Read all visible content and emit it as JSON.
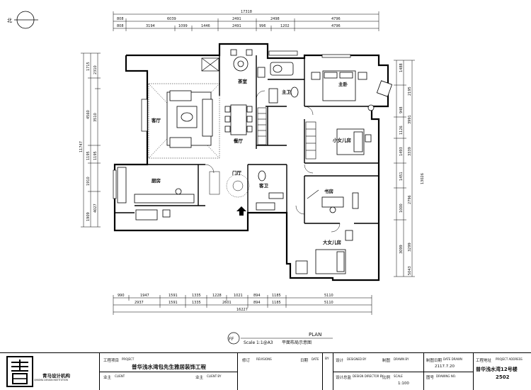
{
  "north": {
    "label": "北"
  },
  "dimensions": {
    "top_total": "17318",
    "top_row1": [
      "808",
      "6039",
      "2491",
      "2498",
      "4796"
    ],
    "top_row2": [
      "808",
      "3194",
      "1099",
      "1446",
      "2491",
      "996",
      "1202",
      "4796"
    ],
    "left_total": "11747",
    "left_row1": [
      "1715",
      "4560",
      "1195",
      "1910",
      "1909"
    ],
    "left_row2": [
      "2310",
      "3510",
      "1195",
      "4027"
    ],
    "right_total": "13026",
    "right_row1": [
      "1488",
      "948",
      "1126",
      "1493",
      "1451",
      "1000",
      "3099"
    ],
    "right_row2": [
      "2195",
      "3991",
      "3339",
      "2796",
      "3299",
      "5043"
    ],
    "bottom_row1": [
      "990",
      "1947",
      "1591",
      "1335",
      "1228",
      "1021",
      "894",
      "1185",
      "5110"
    ],
    "bottom_row2": [
      "2937",
      "1591",
      "1335",
      "2601",
      "894",
      "1185",
      "5110"
    ],
    "bottom_total": "16227"
  },
  "rooms": {
    "study": "茶室",
    "master_bath": "主卫",
    "master_bed": "主卧",
    "living": "客厅",
    "dining": "餐厅",
    "girl_small": "小女儿房",
    "foyer": "门厅",
    "guest_bath": "客卫",
    "kitchen": "厨房",
    "study2": "书房",
    "girl_big": "大女儿房"
  },
  "plan": {
    "badge": "FF",
    "title": "PLAN",
    "scale": "Scale 1:1@A3",
    "subtitle": "平面布局示意图"
  },
  "titleblock": {
    "logo_name": "青马设计机构",
    "logo_sub": "QINGMA DESIGN INSTITUTION",
    "project_label": "工程项目",
    "project_label_en": "PROJECT",
    "project_name": "普华浅水湾包先生雅居装饰工程",
    "owner_label": "业主",
    "owner_label_en": "CLIENT",
    "owner_sig_label": "业主",
    "owner_sig_en": "CLIENT BY",
    "rev_label": "修订",
    "rev_en": "REVISIONS",
    "date_label": "日期",
    "date_en": "DATE",
    "by_label": "BY",
    "design_label": "设计",
    "design_en": "DESIGNED BY",
    "draw_label": "制图",
    "draw_en": "DRAWN BY",
    "director_label": "设计总监",
    "director_en": "DESIGN DIRECTOR BY",
    "scale_label": "比例",
    "scale_en": "SCALE",
    "scale_value": "1:100",
    "drawdate_label": "制图日期",
    "drawdate_en": "DATE DRAWN",
    "drawdate_value": "2117.7.20",
    "drawno_label": "图号",
    "drawno_en": "DRAWING NO.",
    "address_label": "工程地址",
    "address_en": "PROJECT ADDRESS",
    "address_value": "普华浅水湾12号楼",
    "address_unit": "2502"
  }
}
